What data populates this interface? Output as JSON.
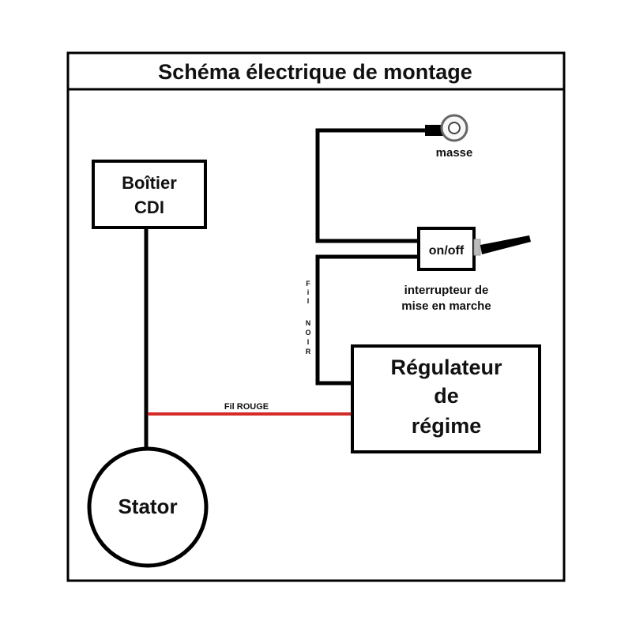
{
  "title": "Schéma électrique de montage",
  "components": {
    "cdi": {
      "line1": "Boîtier",
      "line2": "CDI"
    },
    "regulator": {
      "line1": "Régulateur",
      "line2": "de",
      "line3": "régime"
    },
    "stator": {
      "label": "Stator"
    },
    "switch": {
      "label": "on/off",
      "caption_line1": "interrupteur de",
      "caption_line2": "mise en marche"
    },
    "ground": {
      "label": "masse"
    }
  },
  "wires": {
    "red": {
      "label": "Fil ROUGE",
      "color": "#d42a2a"
    },
    "black": {
      "label_letters": [
        "F",
        "i",
        "l",
        "N",
        "O",
        "I",
        "R"
      ]
    }
  },
  "colors": {
    "line": "#000000",
    "red_wire": "#d42a2a",
    "terminal_gray": "#bbbbbb"
  }
}
